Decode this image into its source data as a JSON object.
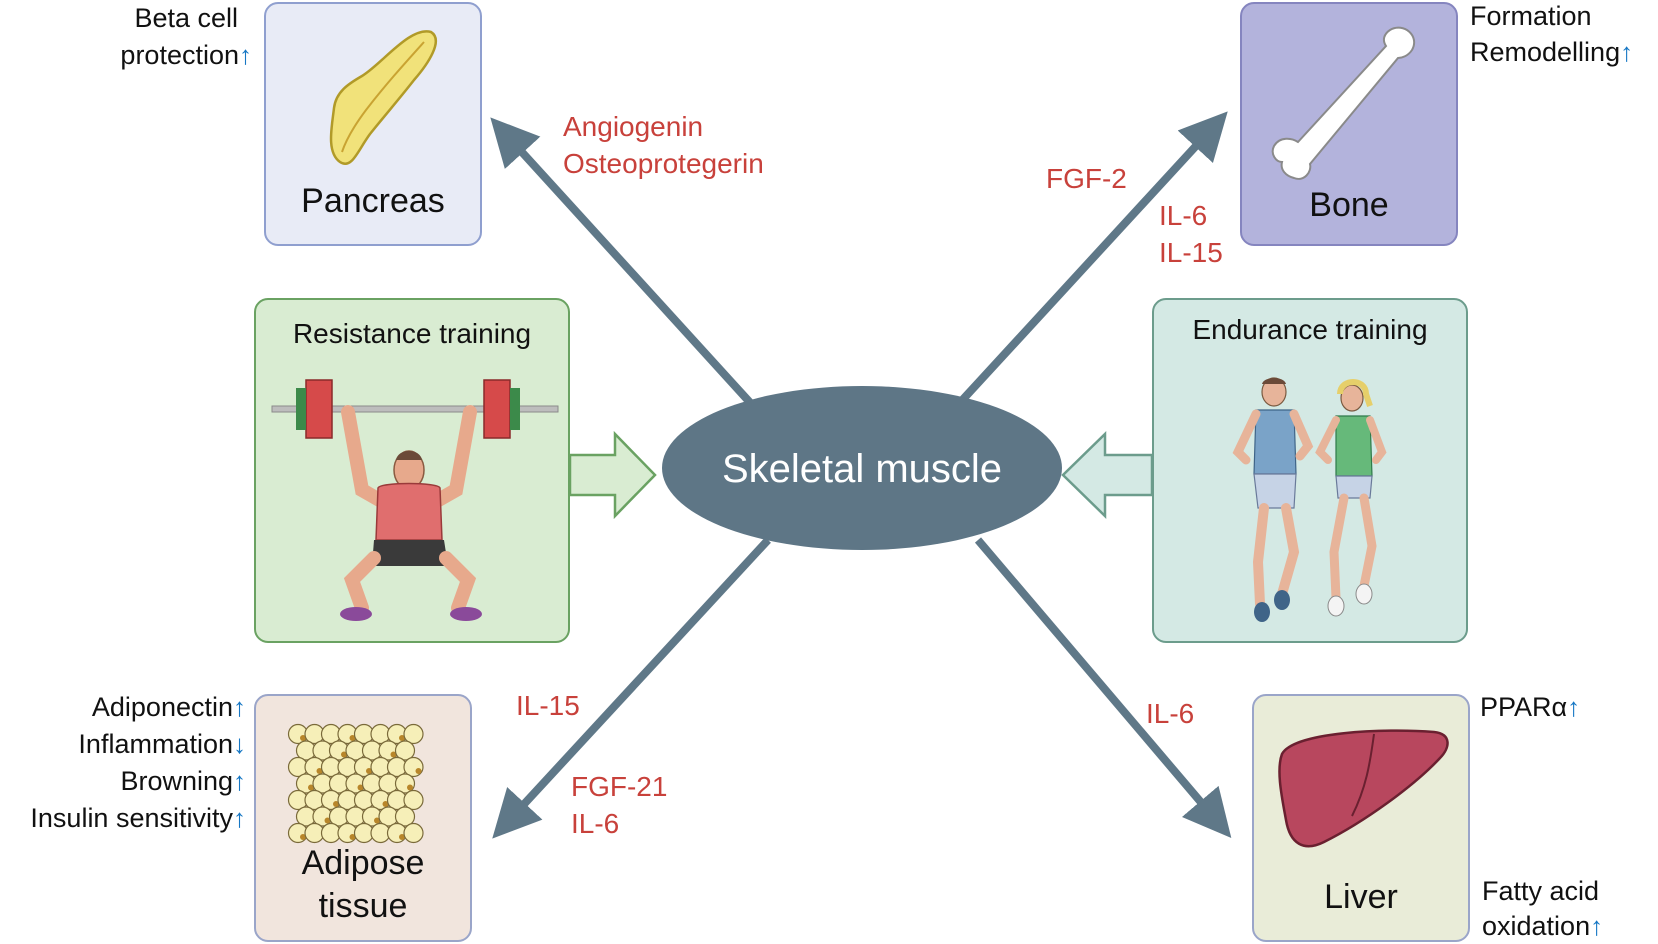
{
  "center": {
    "label": "Skeletal muscle"
  },
  "organs": {
    "pancreas": {
      "title": "Pancreas"
    },
    "bone": {
      "title": "Bone"
    },
    "adipose": {
      "title_line1": "Adipose",
      "title_line2": "tissue"
    },
    "liver": {
      "title": "Liver"
    }
  },
  "training": {
    "resistance": {
      "title": "Resistance training"
    },
    "endurance": {
      "title": "Endurance training"
    }
  },
  "factors": {
    "pancreas": [
      "Angiogenin",
      "Osteoprotegerin"
    ],
    "bone_a": "FGF-2",
    "bone_b": [
      "IL-6",
      "IL-15"
    ],
    "adipose_a": "IL-15",
    "adipose_b": [
      "FGF-21",
      "IL-6"
    ],
    "liver": "IL-6"
  },
  "effects": {
    "pancreas": [
      {
        "text": "Beta cell",
        "arrow": ""
      },
      {
        "text": "protection",
        "arrow": "up"
      }
    ],
    "bone": [
      {
        "text": "Formation",
        "arrow": ""
      },
      {
        "text": "Remodelling",
        "arrow": "up"
      }
    ],
    "adipose": [
      {
        "text": "Adiponectin",
        "arrow": "up"
      },
      {
        "text": "Inflammation",
        "arrow": "down"
      },
      {
        "text": "Browning",
        "arrow": "up"
      },
      {
        "text": "Insulin sensitivity",
        "arrow": "up"
      }
    ],
    "liver_top": [
      {
        "text": "PPARα",
        "arrow": "up"
      }
    ],
    "liver_bottom": [
      {
        "text": "Fatty acid",
        "arrow": ""
      },
      {
        "text": "oxidation",
        "arrow": "up"
      }
    ]
  },
  "colors": {
    "arrow": "#5f7888",
    "ellipse": "#5e7686",
    "factor_text": "#c8413b",
    "effect_arrow": "#1677c4",
    "pancreas_fill": "#e8ebf6",
    "pancreas_border": "#8f9fcf",
    "bone_fill": "#b3b3dc",
    "bone_border": "#8585bf",
    "resistance_fill": "#d9ecd2",
    "resistance_border": "#6aa262",
    "endurance_fill": "#d4e9e4",
    "endurance_border": "#6c9c8c",
    "adipose_fill": "#f1e5dd",
    "adipose_border": "#9aa5c9",
    "liver_fill": "#e9ecd8",
    "liver_border": "#9aa5c9"
  }
}
